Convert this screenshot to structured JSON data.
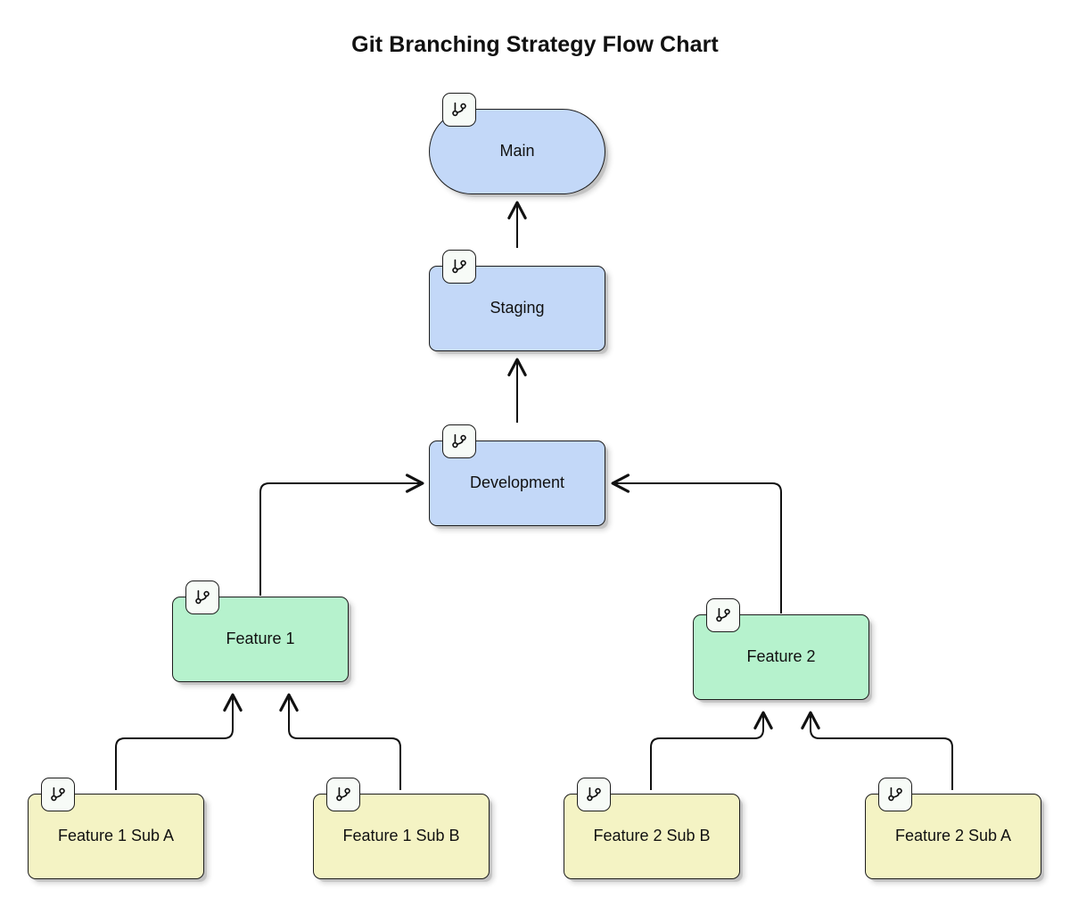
{
  "chart": {
    "title": "Git Branching Strategy Flow Chart",
    "type": "flowchart",
    "direction": "bottom-to-top",
    "icon_name": "git-branch-icon",
    "colors": {
      "blue_fill": "#c3d8f8",
      "green_fill": "#b6f2cd",
      "yellow_fill": "#f4f3c4",
      "stroke": "#1d1d1d",
      "background": "#ffffff",
      "badge_fill": "#f7fbf7"
    },
    "nodes": [
      {
        "id": "main",
        "label": "Main",
        "shape": "stadium",
        "fill": "blue"
      },
      {
        "id": "staging",
        "label": "Staging",
        "shape": "rounded",
        "fill": "blue"
      },
      {
        "id": "development",
        "label": "Development",
        "shape": "rounded",
        "fill": "blue"
      },
      {
        "id": "feature1",
        "label": "Feature 1",
        "shape": "rounded",
        "fill": "green"
      },
      {
        "id": "feature2",
        "label": "Feature 2",
        "shape": "rounded",
        "fill": "green"
      },
      {
        "id": "f1suba",
        "label": "Feature 1 Sub A",
        "shape": "rounded",
        "fill": "yellow"
      },
      {
        "id": "f1subb",
        "label": "Feature 1 Sub B",
        "shape": "rounded",
        "fill": "yellow"
      },
      {
        "id": "f2subb",
        "label": "Feature 2 Sub B",
        "shape": "rounded",
        "fill": "yellow"
      },
      {
        "id": "f2suba",
        "label": "Feature 2 Sub A",
        "shape": "rounded",
        "fill": "yellow"
      }
    ],
    "edges": [
      {
        "from": "staging",
        "to": "main",
        "label": ""
      },
      {
        "from": "development",
        "to": "staging",
        "label": ""
      },
      {
        "from": "feature1",
        "to": "development",
        "label": ""
      },
      {
        "from": "feature2",
        "to": "development",
        "label": ""
      },
      {
        "from": "f1suba",
        "to": "feature1",
        "label": ""
      },
      {
        "from": "f1subb",
        "to": "feature1",
        "label": ""
      },
      {
        "from": "f2subb",
        "to": "feature2",
        "label": ""
      },
      {
        "from": "f2suba",
        "to": "feature2",
        "label": ""
      }
    ]
  }
}
